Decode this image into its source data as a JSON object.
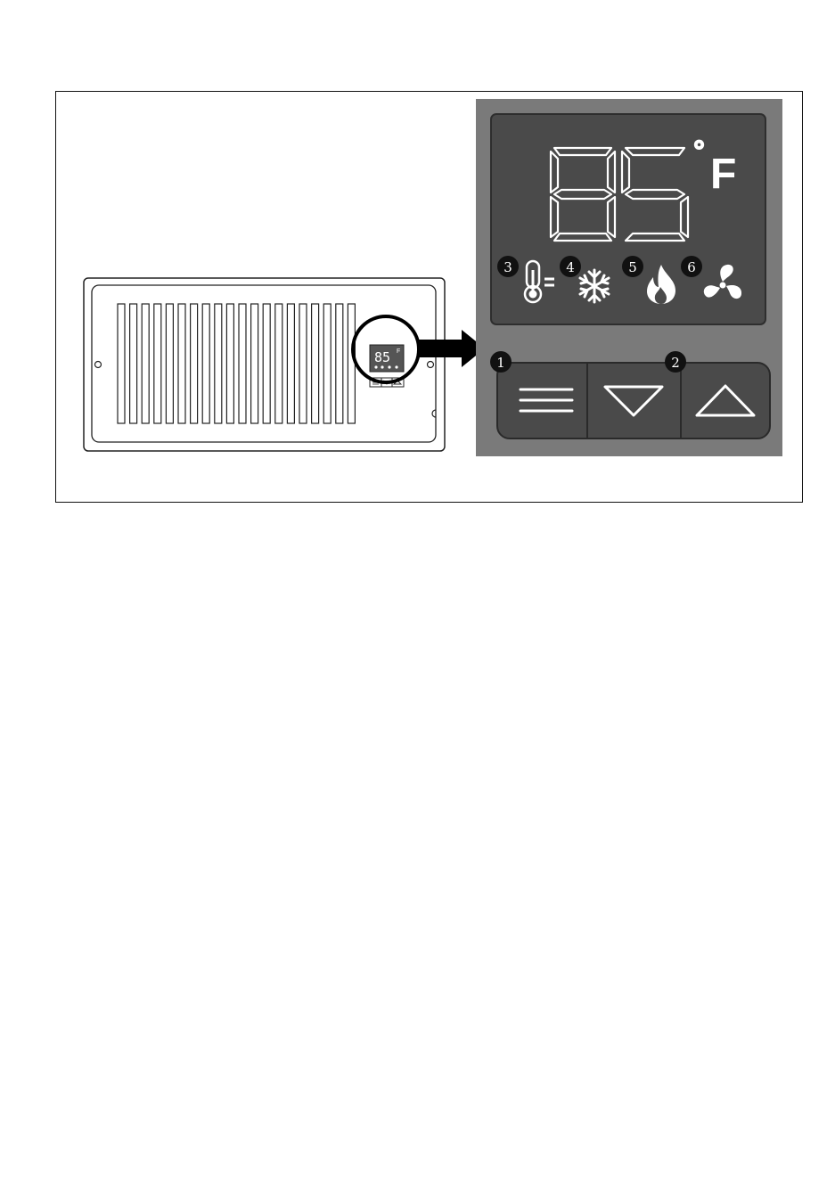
{
  "display": {
    "temperature": "85",
    "degree_symbol": "°",
    "unit": "F"
  },
  "mini_display": {
    "temperature": "85",
    "unit": "F"
  },
  "callouts": {
    "menu_button": "1",
    "up_button": "2",
    "thermometer": "3",
    "cooling": "4",
    "heating": "5",
    "fan": "6"
  },
  "icons": [
    "thermometer-icon",
    "snowflake-icon",
    "flame-icon",
    "fan-icon",
    "menu-icon",
    "down-arrow-icon",
    "up-arrow-icon",
    "pointer-arrow-icon"
  ],
  "colors": {
    "panel_background": "#7a7a7a",
    "display_background": "#4a4a4a",
    "button_background": "#4a4a4a",
    "display_text": "#ffffff",
    "callout_badge": "#111111"
  }
}
